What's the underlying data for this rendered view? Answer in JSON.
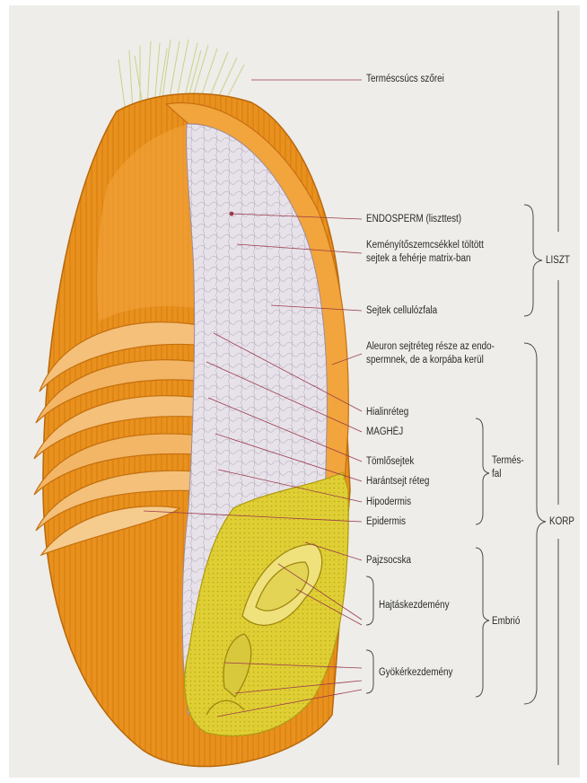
{
  "labels": {
    "termescsucs": "Terméscsúcs szőrei",
    "endosperm": "ENDOSPERM (liszttest)",
    "kemenyito": "Keményítőszemcsékkel töltött\nsejtek a fehérje matrix-ban",
    "cellulozfal": "Sejtek cellulózfala",
    "aleuron": "Aleuron sejtréteg része az endo-\nspermnek, de a korpába kerül",
    "hialinreteg": "Hialinréteg",
    "maghej": "MAGHÉJ",
    "tomlosejtek": "Tömlősejtek",
    "harantsejt": "Harántsejt réteg",
    "hipodermis": "Hipodermis",
    "epidermis": "Epidermis",
    "pajzsocska": "Pajzsocska",
    "hajtaskezdemeny": "Hajtáskezdemény",
    "gyokerkezdemeny": "Gyökérkezdemény"
  },
  "groups": {
    "liszt": "LISZT",
    "termesfal": "Termés-\nfal",
    "korp": "KORP",
    "embrio": "Embrió"
  },
  "colors": {
    "background": "#eeede9",
    "outer_orange": "#e8901c",
    "light_orange": "#f3b45a",
    "endosperm": "#e6e1e8",
    "embryo_yellow": "#dccb2a",
    "leader_line": "#9a3b4a"
  }
}
